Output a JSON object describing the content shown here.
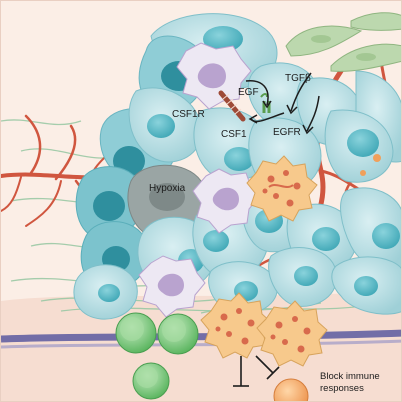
{
  "figure": {
    "labels": {
      "egf": "EGF",
      "tgfb": "TGFβ",
      "csf1r": "CSF1R",
      "egfr": "EGFR",
      "csf1": "CSF1",
      "hypoxia": "Hypoxia",
      "block_line1": "Block immune",
      "block_line2": "responses"
    },
    "colors": {
      "background": "#fbeee6",
      "tumour_cell_fill": "#c3e3e8",
      "tumour_cell_dark": "#7fc4cd",
      "tumour_nucleus": "#5fb9c6",
      "hypoxic_cell": "#9aa5a4",
      "macrophage": "#ede8f3",
      "macrophage_nucleus": "#b9a3cf",
      "fibroblast": "#bcd8ae",
      "blood_vessel": "#d0563f",
      "t_cell": "#7ac57a",
      "neutrophil": "#f7c98c",
      "granule": "#d86a4c",
      "basement_membrane": "#5a59a0",
      "monocyte_orange": "#f0a05b"
    }
  }
}
